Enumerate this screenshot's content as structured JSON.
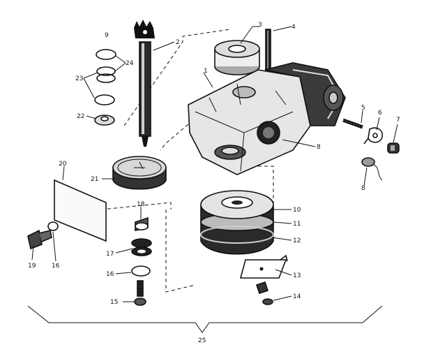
{
  "diagram": {
    "callouts": {
      "c1": "1",
      "c2": "2",
      "c3": "3",
      "c4": "4",
      "c5": "5",
      "c6": "6",
      "c7": "7",
      "c8a": "8",
      "c8b": "8",
      "c9": "9",
      "c10": "10",
      "c11": "11",
      "c12": "12",
      "c13": "13",
      "c14": "14",
      "c15": "15",
      "c16a": "16",
      "c16b": "16",
      "c17": "17",
      "c18": "18",
      "c19": "19",
      "c20": "20",
      "c21": "21",
      "c22": "22",
      "c23": "23",
      "c24": "24",
      "c25": "25"
    }
  }
}
